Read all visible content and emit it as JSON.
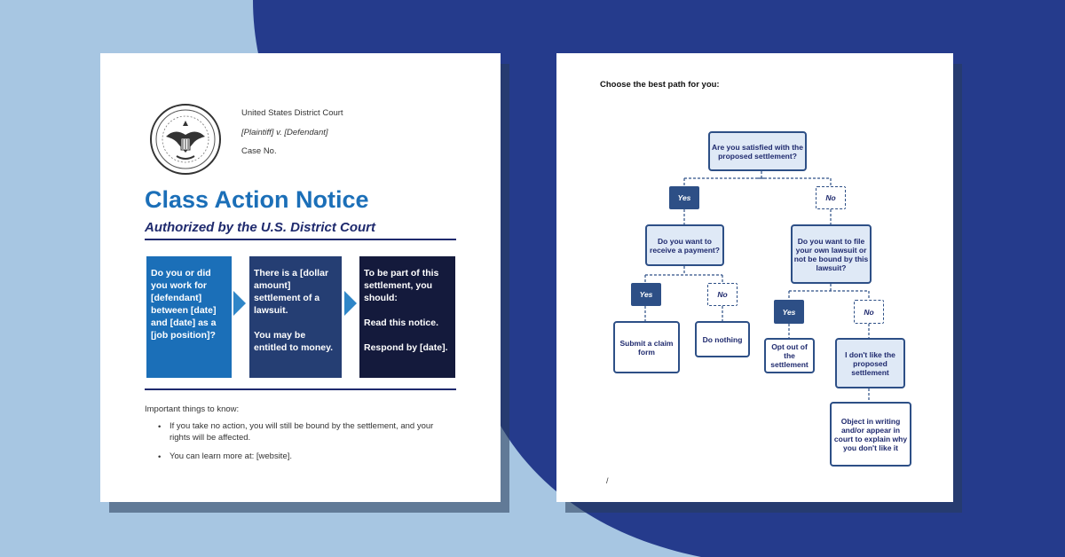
{
  "colors": {
    "background_light": "#a7c6e2",
    "background_dark": "#253b8c",
    "title_blue": "#1b6fb8",
    "navy": "#1f2a6e",
    "box1": "#1b6fb8",
    "box2": "#253e73",
    "box3": "#141a3c",
    "arrow": "#2f86c8"
  },
  "notice": {
    "seal_icon": "us-district-court-seal",
    "court": "United States District Court",
    "parties": "[Plaintiff] v. [Defendant]",
    "case": "Case No.",
    "title": "Class Action Notice",
    "subtitle": "Authorized by the U.S. District Court",
    "boxes": [
      {
        "paragraphs": [
          "Do you or did you work for [defendant] between [date] and [date] as a [job position]?"
        ]
      },
      {
        "paragraphs": [
          "There is a [dollar amount] settlement of a lawsuit.",
          "You may be entitled to money."
        ]
      },
      {
        "paragraphs": [
          "To be part of this settlement, you should:",
          "Read this notice.",
          "Respond by [date]."
        ]
      }
    ],
    "important_heading": "Important things to know:",
    "bullets": [
      "If you take no action, you will still be bound by the settlement, and your rights will be affected.",
      "You can learn more at: [website]."
    ]
  },
  "flowchart": {
    "heading": "Choose the best path for you:",
    "q1": "Are you satisfied with the proposed settlement?",
    "yes1": "Yes",
    "no1": "No",
    "q2": "Do you want to receive a payment?",
    "q3": "Do you want to file your own lawsuit or not be bound by this lawsuit?",
    "yes2": "Yes",
    "no2": "No",
    "yes3": "Yes",
    "no3": "No",
    "out_claim": "Submit a claim form",
    "out_nothing": "Do nothing",
    "out_optout": "Opt out of the settlement",
    "out_dislike": "I don't like the proposed settlement",
    "out_object": "Object in writing and/or appear in court to explain why you don't like it",
    "stray_mark": "/"
  }
}
